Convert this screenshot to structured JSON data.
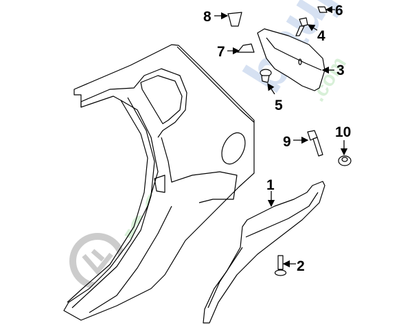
{
  "diagram": {
    "callouts": [
      "1",
      "2",
      "3",
      "4",
      "5",
      "6",
      "7",
      "8",
      "9",
      "10"
    ],
    "watermark": "parcobauji.com"
  }
}
